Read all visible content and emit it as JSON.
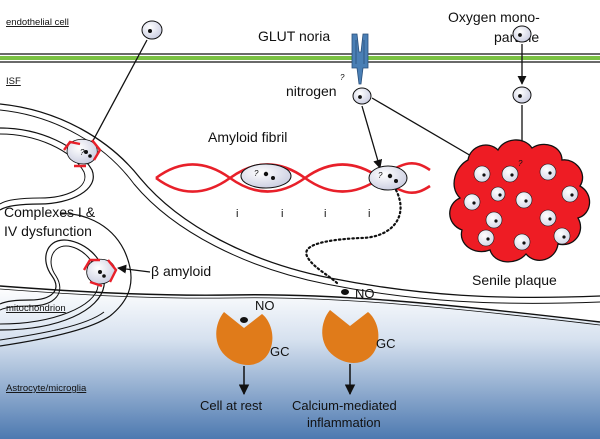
{
  "labels": {
    "endothelial_cell": "endothelial cell",
    "isf": "ISF",
    "mitochondrion": "mitochondrion",
    "astrocyte_microglia": "Astrocyte/microglia",
    "glut_noria": "GLUT noria",
    "nitrogen": "nitrogen",
    "question_mark": "?",
    "oxygen_line1": "Oxygen mono-",
    "oxygen_line2": "particle",
    "amyloid_fibril": "Amyloid fibril",
    "fibril_i": "i",
    "complexes_line1": "Complexes I &",
    "complexes_line2": "IV dysfunction",
    "beta_amyloid": "β amyloid",
    "senile_plaque": "Senile plaque",
    "no": "NO",
    "gc": "GC",
    "cell_at_rest": "Cell at rest",
    "inflammation_line1": "Calcium-mediated",
    "inflammation_line2": "inflammation"
  },
  "colors": {
    "membrane_green": "#7ac143",
    "amyloid_red": "#e8202a",
    "plaque_red": "#ee1c24",
    "receptor_blue": "#4a7fb5",
    "gc_orange": "#e07b1a",
    "particle_fill": "#e3e5f2",
    "astrocyte_blue": "#4d79b0"
  }
}
